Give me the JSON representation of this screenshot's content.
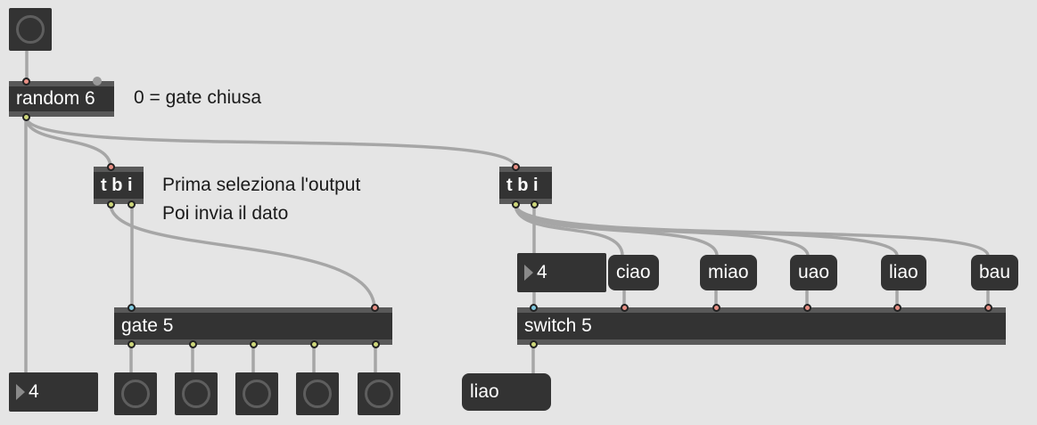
{
  "objects": {
    "random": "random 6",
    "tbi_left": "t b i",
    "tbi_right": "t b i",
    "gate": "gate 5",
    "switch": "switch 5"
  },
  "comments": {
    "gate_closed": "0 = gate chiusa",
    "instruction_1": "Prima seleziona l'output",
    "instruction_2": "Poi invia il dato"
  },
  "number_boxes": {
    "left_value": "4",
    "switch_selector_value": "4"
  },
  "messages": [
    "ciao",
    "miao",
    "uao",
    "liao",
    "bau"
  ],
  "output_message": "liao",
  "colors": {
    "background": "#e5e5e5",
    "object_body": "#333333",
    "object_border": "#595959",
    "cable": "#a6a6a6",
    "inlet": "#e88f84",
    "outlet": "#cdd67a",
    "hot_inlet": "#7fc9e0"
  },
  "icons": {
    "bang_button": "circle-ring-icon",
    "number_triangle": "play-triangle-icon"
  }
}
